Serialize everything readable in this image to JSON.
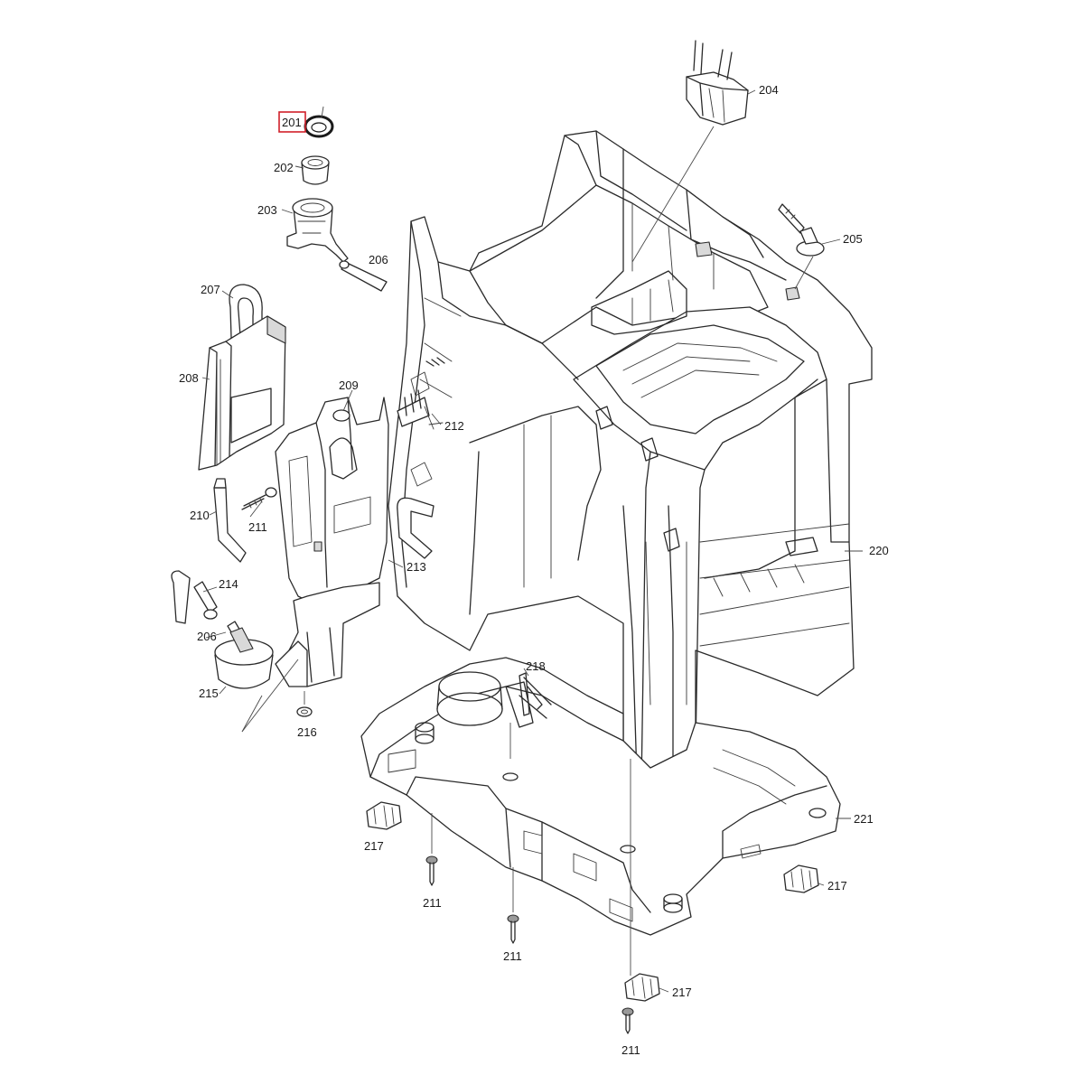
{
  "highlight": {
    "part": "201",
    "color": "#d0202a"
  },
  "labels": {
    "l201": "201",
    "l202": "202",
    "l203": "203",
    "l204": "204",
    "l205": "205",
    "l206a": "206",
    "l206b": "206",
    "l207": "207",
    "l208": "208",
    "l209": "209",
    "l210": "210",
    "l211a": "211",
    "l211b": "211",
    "l211c": "211",
    "l211d": "211",
    "l212": "212",
    "l213": "213",
    "l214": "214",
    "l215": "215",
    "l216": "216",
    "l217a": "217",
    "l217b": "217",
    "l217c": "217",
    "l218": "218",
    "l220": "220",
    "l221": "221"
  }
}
